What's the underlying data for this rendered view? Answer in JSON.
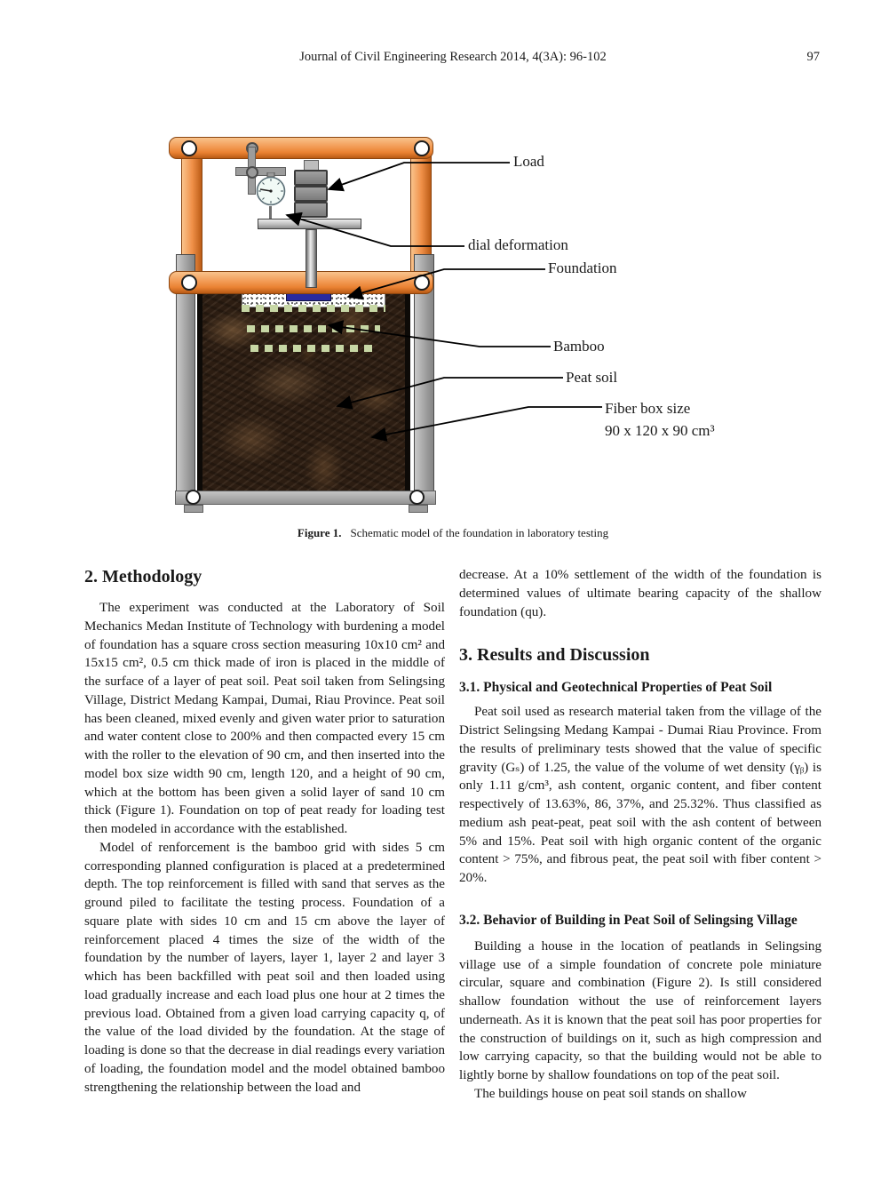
{
  "header": {
    "journal": "Journal of Civil Engineering Research 2014, 4(3A): 96-102",
    "page_number": "97"
  },
  "figure": {
    "labels": {
      "load": "Load",
      "dial": "dial deformation",
      "foundation": "Foundation",
      "bamboo": "Bamboo",
      "peat_soil": "Peat soil",
      "fiber_box_line1": "Fiber box size",
      "fiber_box_line2": "90 x 120 x 90 cm³"
    },
    "caption": {
      "label": "Figure 1.",
      "text": "Schematic model of the foundation in laboratory testing"
    },
    "colors": {
      "frame_orange": "#F0944E",
      "steel_gray": "#A8A8A8",
      "weight_gray": "#8C8C8C",
      "foundation_blue": "#2A2AA0",
      "bamboo_green": "#C7D7A5",
      "peat_brown": "#2C1D12",
      "sand_white": "#FFFFFF"
    }
  },
  "methodology": {
    "heading": "2. Methodology",
    "p1": "The experiment was conducted at the Laboratory of Soil Mechanics Medan Institute of Technology with burdening a model of foundation has a square cross section measuring 10x10 cm² and 15x15 cm², 0.5 cm thick made of iron is placed in the middle of the surface of a layer of peat soil. Peat soil taken from Selingsing Village, District Medang Kampai, Dumai, Riau Province. Peat soil has been cleaned, mixed evenly and given water prior to saturation and water content close to 200% and then compacted every 15 cm with the roller to the elevation of 90 cm, and then inserted into the model box size width 90 cm, length 120, and a height of 90 cm, which at the bottom has been given a solid layer of sand 10 cm thick (Figure 1). Foundation on top of peat ready for loading test then modeled in accordance with the established.",
    "p2": "Model of renforcement is the bamboo grid with sides 5 cm corresponding planned configuration is placed at a predetermined depth. The top reinforcement is filled with sand that serves as the ground piled to facilitate the testing process. Foundation of a square plate with sides 10 cm and 15 cm above the layer of reinforcement placed 4 times the size of the width of the foundation by the number of layers, layer 1, layer 2 and layer 3 which has been backfilled with peat soil and then loaded using load gradually increase and each load plus one hour at 2 times the previous load. Obtained from a given load carrying capacity q, of the value of the load divided by the foundation. At the stage of loading is done so that the decrease in dial readings every variation of loading, the foundation model and the model obtained bamboo strengthening the relationship between the load and"
  },
  "results": {
    "continuation": "decrease. At a 10% settlement of the width of the foundation is determined values of ultimate bearing capacity of the shallow foundation (qu).",
    "heading": "3. Results and Discussion",
    "s31_heading": "3.1. Physical and Geotechnical Properties of Peat Soil",
    "s31_body": "Peat soil used as research material taken from the village of the District Selingsing Medang Kampai - Dumai Riau Province. From the results of preliminary tests showed that the value of specific gravity (Gₛ) of 1.25, the value of the volume of wet density (γᵦ) is only 1.11 g/cm³, ash content, organic content, and fiber content respectively of 13.63%, 86, 37%, and 25.32%. Thus classified as medium ash peat-peat, peat soil with the ash content of between 5% and 15%. Peat soil with high organic content of the organic content > 75%, and fibrous peat, the peat soil with fiber content > 20%.",
    "s32_heading": "3.2. Behavior of Building in Peat Soil of Selingsing Village",
    "s32_body": "Building a house in the location of peatlands in Selingsing village use of a simple foundation of concrete pole miniature circular, square and combination (Figure 2). Is still considered shallow foundation without the use of reinforcement layers underneath. As it is known that the peat soil has poor properties for the construction of buildings on it, such as high compression and low carrying capacity, so that the building would not be able to lightly borne by shallow foundations on top of the peat soil.",
    "s32_last": "The buildings house on peat soil stands on shallow"
  }
}
